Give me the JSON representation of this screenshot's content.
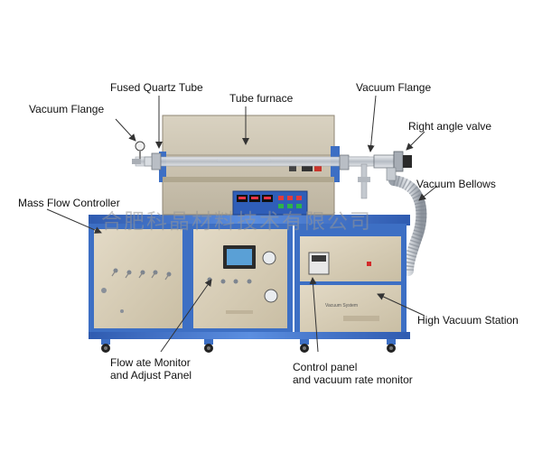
{
  "labels": {
    "fused_quartz_tube": "Fused Quartz Tube",
    "tube_furnace": "Tube furnace",
    "vacuum_flange_left": "Vacuum Flange",
    "vacuum_flange_right": "Vacuum Flange",
    "right_angle_valve": "Right angle valve",
    "vacuum_bellows": "Vacuum Bellows",
    "mass_flow_controller": "Mass Flow Controller",
    "high_vacuum_station": "High Vacuum Station",
    "flow_rate_monitor_line1": "Flow   ate Monitor",
    "flow_rate_monitor_line2": "and Adjust Panel",
    "control_panel_line1": "Control panel",
    "control_panel_line2": "and vacuum rate monitor"
  },
  "panel_text": {
    "vacuum_system": "Vacuum  System"
  },
  "watermark": "合肥科晶材料技术有限公司",
  "colors": {
    "frame_blue": "#3d6fc4",
    "panel_beige": "#d9cfb8",
    "furnace_body": "#cfc7b4",
    "stainless": "#c8ccd2",
    "dark": "#2a2a2a"
  }
}
